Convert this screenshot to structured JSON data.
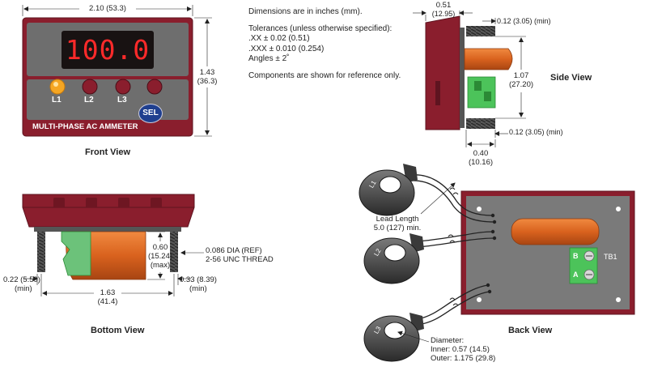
{
  "notes": {
    "units": "Dimensions are in inches (mm).",
    "tolerance_heading": "Tolerances (unless otherwise specified):",
    "tol_xx": ".XX ± 0.02 (0.51)",
    "tol_xxx": ".XXX ± 0.010 (0.254)",
    "tol_angles": "Angles ± 2˚",
    "reference": "Components are shown for reference only."
  },
  "front_view": {
    "title": "Front View",
    "display_value": "100.0",
    "led_labels": [
      "L1",
      "L2",
      "L3"
    ],
    "sel_button": "SEL",
    "product_name": "MULTI-PHASE AC AMMETER",
    "width_in": "2.10 (53.3)",
    "height_in": "1.43",
    "height_mm": "(36.3)"
  },
  "side_view": {
    "title": "Side View",
    "depth_in": "0.51",
    "depth_mm": "(12.95)",
    "stud_top": "0.12 (3.05) (min)",
    "height_in": "1.07",
    "height_mm": "(27.20)",
    "stud_bottom": "0.12 (3.05) (min)",
    "body_in": "0.40",
    "body_mm": "(10.16)"
  },
  "bottom_view": {
    "title": "Bottom View",
    "height_in": "0.60",
    "height_mm": "(15.24)",
    "height_note": "(max)",
    "stud_dia": "0.086 DIA (REF)",
    "stud_thread": "2-56 UNC THREAD",
    "left_offset_in": "0.22 (5.59)",
    "left_offset_note": "(min)",
    "spacing_in": "1.63",
    "spacing_mm": "(41.4)",
    "right_offset_in": "0.33 (8.39)",
    "right_offset_note": "(min)"
  },
  "back_view": {
    "title": "Back View",
    "lead_length_label": "Lead Length",
    "lead_length_value": "5.0 (127) min.",
    "terminal_block": "TB1",
    "terminal_b": "B",
    "terminal_a": "A",
    "ct_labels": [
      "L1",
      "L2",
      "L3"
    ],
    "diameter_label": "Diameter:",
    "diameter_inner": "Inner: 0.57 (14.5)",
    "diameter_outer": "Outer: 1.175 (29.8)"
  },
  "colors": {
    "maroon": "#8a1e2d",
    "maroon_dark": "#5e1420",
    "panel_gray": "#7a7a7a",
    "display_red": "#ff2a2a",
    "led_amber": "#f5a623",
    "capacitor_orange": "#d9621e",
    "terminal_green": "#4cc35a",
    "sel_blue": "#1f3f8f"
  }
}
